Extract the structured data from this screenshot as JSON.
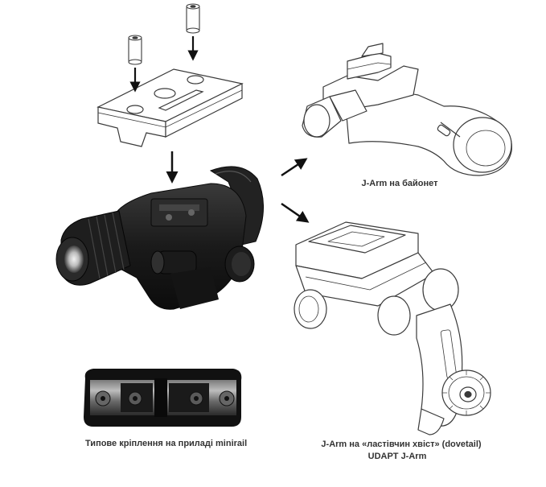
{
  "captions": {
    "jarm_bayonet": "J-Arm на байонет",
    "minirail": "Типове кріплення на приладі minirail",
    "jarm_dovetail_line1": "J-Arm на «ластівчин хвіст» (dovetail)",
    "jarm_dovetail_line2": "UDAPT J-Arm"
  },
  "colors": {
    "line_art": "#3a3a3a",
    "device_body": "#1c1c1c",
    "arrow": "#111111"
  },
  "components": [
    {
      "id": "mount-plate",
      "label": ""
    },
    {
      "id": "night-vision-monocular",
      "label": ""
    },
    {
      "id": "minirail-photo",
      "label": ""
    },
    {
      "id": "bayonet-j-arm",
      "label": ""
    },
    {
      "id": "dovetail-j-arm",
      "label": ""
    }
  ]
}
